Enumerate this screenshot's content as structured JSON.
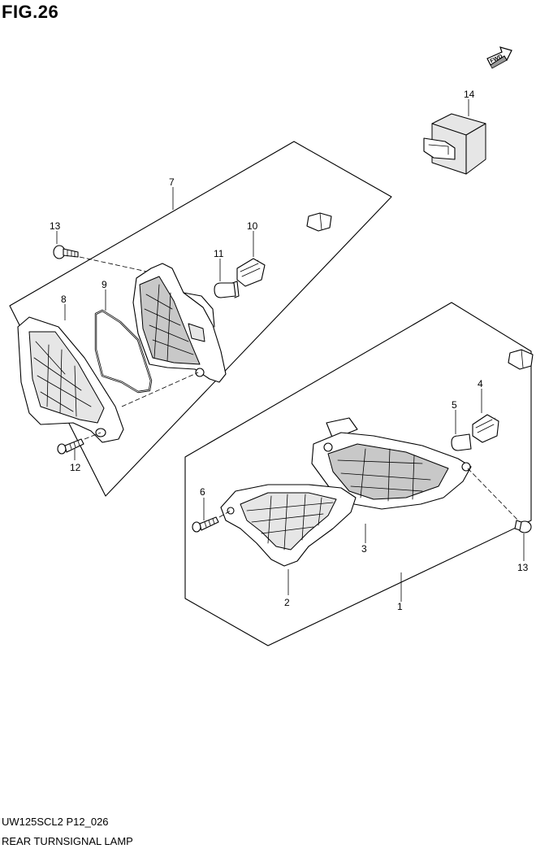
{
  "figure": {
    "title": "FIG.26"
  },
  "footer": {
    "model_code": "UW125SCL2 P12_026",
    "part_name": "REAR TURNSIGNAL LAMP"
  },
  "orientation_badge": {
    "label": "FWD"
  },
  "callouts": {
    "c1": "1",
    "c2": "2",
    "c3": "3",
    "c4": "4",
    "c5": "5",
    "c6": "6",
    "c7": "7",
    "c8": "8",
    "c9": "9",
    "c10": "10",
    "c11": "11",
    "c12": "12",
    "c13a": "13",
    "c13b": "13",
    "c14": "14"
  }
}
